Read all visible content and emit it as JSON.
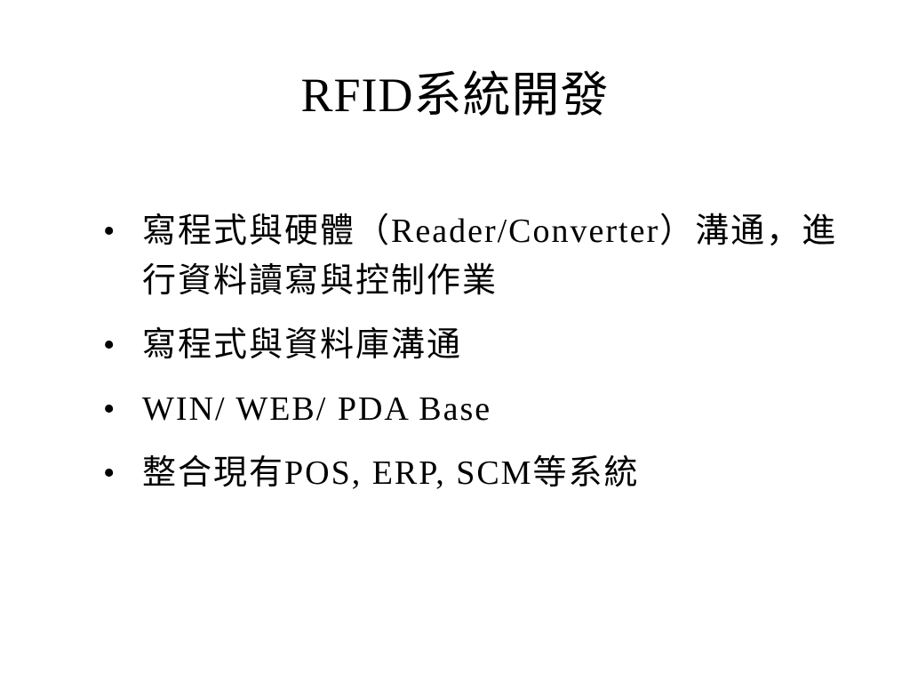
{
  "slide": {
    "title": "RFID系統開發",
    "bullet_symbol": "•",
    "bullets": [
      {
        "text": "寫程式與硬體（Reader/Converter）溝通，進行資料讀寫與控制作業"
      },
      {
        "text": "寫程式與資料庫溝通"
      },
      {
        "text": "WIN/ WEB/ PDA Base"
      },
      {
        "text": "整合現有POS, ERP, SCM等系統"
      }
    ]
  }
}
